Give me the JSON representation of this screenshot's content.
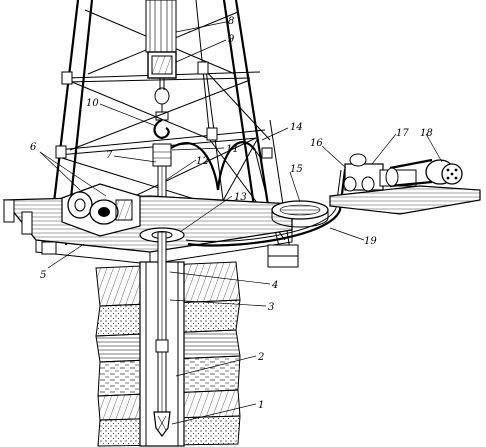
{
  "labels": [
    {
      "id": "1",
      "text": "1"
    },
    {
      "id": "2",
      "text": "2"
    },
    {
      "id": "3",
      "text": "3"
    },
    {
      "id": "4",
      "text": "4"
    },
    {
      "id": "5",
      "text": "5"
    },
    {
      "id": "6",
      "text": "6"
    },
    {
      "id": "7",
      "text": "7"
    },
    {
      "id": "8",
      "text": "8"
    },
    {
      "id": "9",
      "text": "9"
    },
    {
      "id": "10",
      "text": "10"
    },
    {
      "id": "11",
      "text": "11"
    },
    {
      "id": "12",
      "text": "12"
    },
    {
      "id": "13",
      "text": "13"
    },
    {
      "id": "14",
      "text": "14"
    },
    {
      "id": "15",
      "text": "15"
    },
    {
      "id": "16",
      "text": "16"
    },
    {
      "id": "17",
      "text": "17"
    },
    {
      "id": "18",
      "text": "18"
    },
    {
      "id": "19",
      "text": "19"
    }
  ]
}
